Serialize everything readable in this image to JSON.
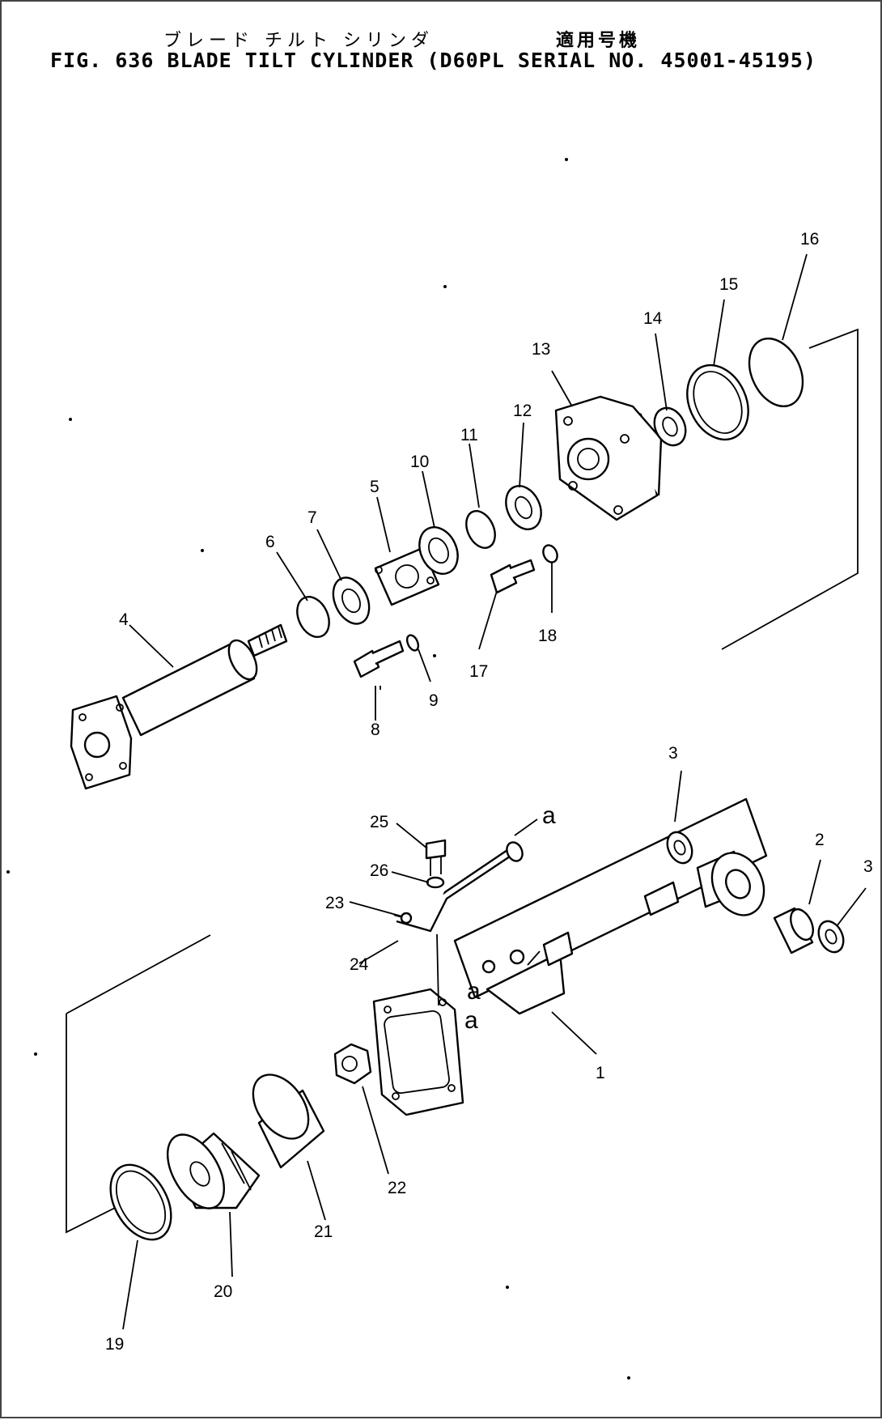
{
  "header": {
    "japanese_title": "ブレード チルト シリンダ",
    "japanese_applicable": "適用号機",
    "title": "FIG. 636  BLADE TILT CYLINDER (D60PL SERIAL NO. 45001-45195)"
  },
  "diagram": {
    "part_labels": [
      "1",
      "2",
      "3",
      "3",
      "4",
      "5",
      "6",
      "7",
      "8",
      "9",
      "10",
      "11",
      "12",
      "13",
      "14",
      "15",
      "16",
      "17",
      "18",
      "19",
      "20",
      "21",
      "22",
      "23",
      "24",
      "25",
      "26"
    ],
    "connection_labels": [
      "a",
      "a",
      "a"
    ]
  }
}
